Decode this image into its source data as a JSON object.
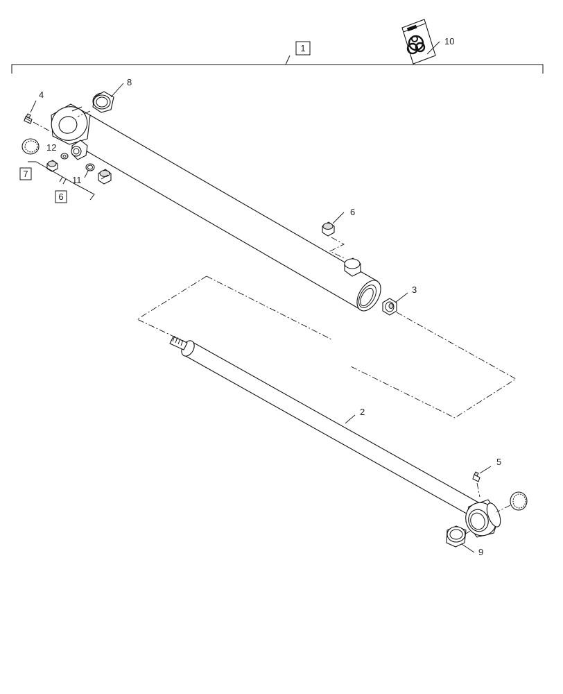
{
  "callouts": {
    "c1": "1",
    "c2": "2",
    "c3": "3",
    "c4": "4",
    "c5": "5",
    "c6a": "6",
    "c6b": "6",
    "c7": "7",
    "c8": "8",
    "c9": "9",
    "c10": "10",
    "c11": "11",
    "c12": "12"
  },
  "colors": {
    "line": "#111111",
    "background": "#ffffff"
  }
}
